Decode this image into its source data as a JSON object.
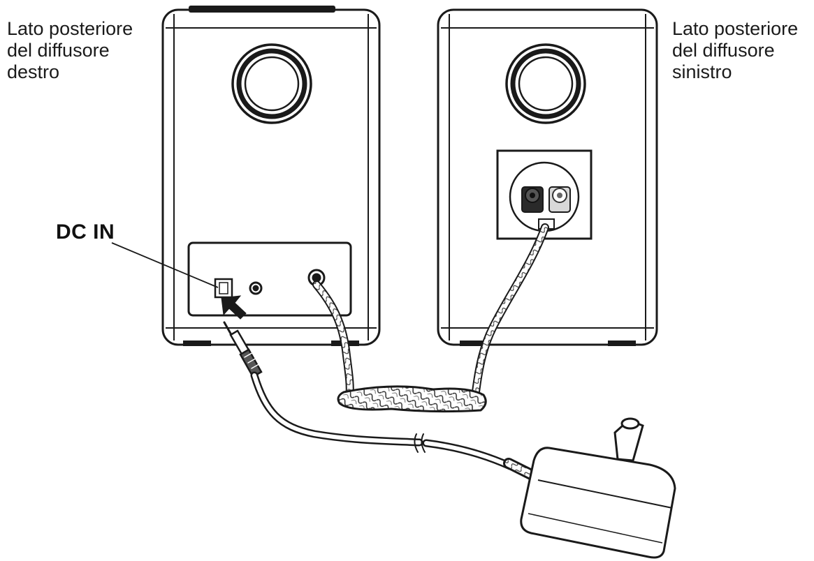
{
  "labels": {
    "right_speaker_back": [
      "Lato posteriore",
      "del diffusore",
      "destro"
    ],
    "left_speaker_back": [
      "Lato posteriore",
      "del diffusore",
      "sinistro"
    ],
    "dc_in": "DC IN"
  },
  "colors": {
    "line": "#1a1a1a",
    "background": "#ffffff"
  }
}
